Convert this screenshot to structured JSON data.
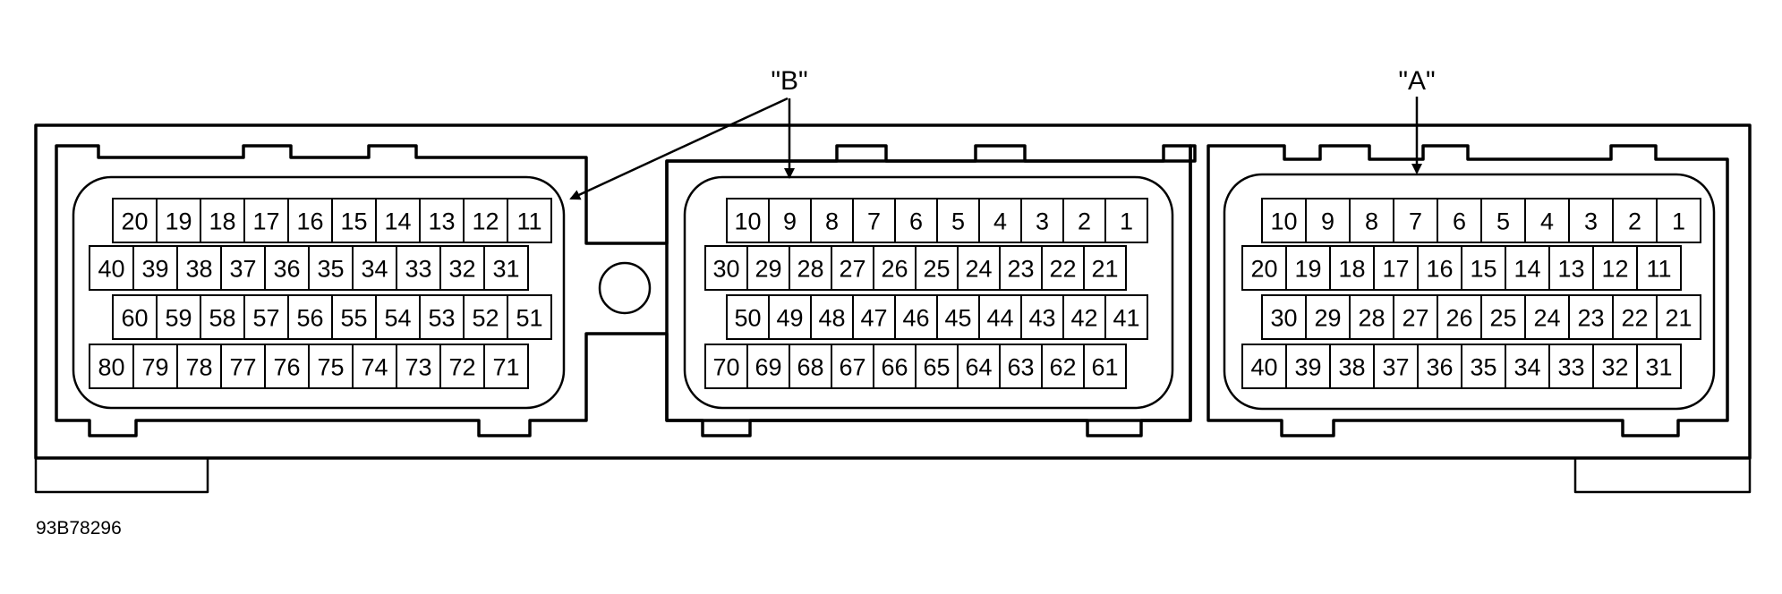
{
  "figure_id": "93B78296",
  "callouts": {
    "a": "\"A\"",
    "b": "\"B\""
  },
  "connectors": [
    {
      "key": "b-left",
      "rows": [
        [
          "20",
          "19",
          "18",
          "17",
          "16",
          "15",
          "14",
          "13",
          "12",
          "11"
        ],
        [
          "40",
          "39",
          "38",
          "37",
          "36",
          "35",
          "34",
          "33",
          "32",
          "31"
        ],
        [
          "60",
          "59",
          "58",
          "57",
          "56",
          "55",
          "54",
          "53",
          "52",
          "51"
        ],
        [
          "80",
          "79",
          "78",
          "77",
          "76",
          "75",
          "74",
          "73",
          "72",
          "71"
        ]
      ]
    },
    {
      "key": "b-middle",
      "rows": [
        [
          "10",
          "9",
          "8",
          "7",
          "6",
          "5",
          "4",
          "3",
          "2",
          "1"
        ],
        [
          "30",
          "29",
          "28",
          "27",
          "26",
          "25",
          "24",
          "23",
          "22",
          "21"
        ],
        [
          "50",
          "49",
          "48",
          "47",
          "46",
          "45",
          "44",
          "43",
          "42",
          "41"
        ],
        [
          "70",
          "69",
          "68",
          "67",
          "66",
          "65",
          "64",
          "63",
          "62",
          "61"
        ]
      ]
    },
    {
      "key": "a-right",
      "rows": [
        [
          "10",
          "9",
          "8",
          "7",
          "6",
          "5",
          "4",
          "3",
          "2",
          "1"
        ],
        [
          "20",
          "19",
          "18",
          "17",
          "16",
          "15",
          "14",
          "13",
          "12",
          "11"
        ],
        [
          "30",
          "29",
          "28",
          "27",
          "26",
          "25",
          "24",
          "23",
          "22",
          "21"
        ],
        [
          "40",
          "39",
          "38",
          "37",
          "36",
          "35",
          "34",
          "33",
          "32",
          "31"
        ]
      ]
    }
  ]
}
